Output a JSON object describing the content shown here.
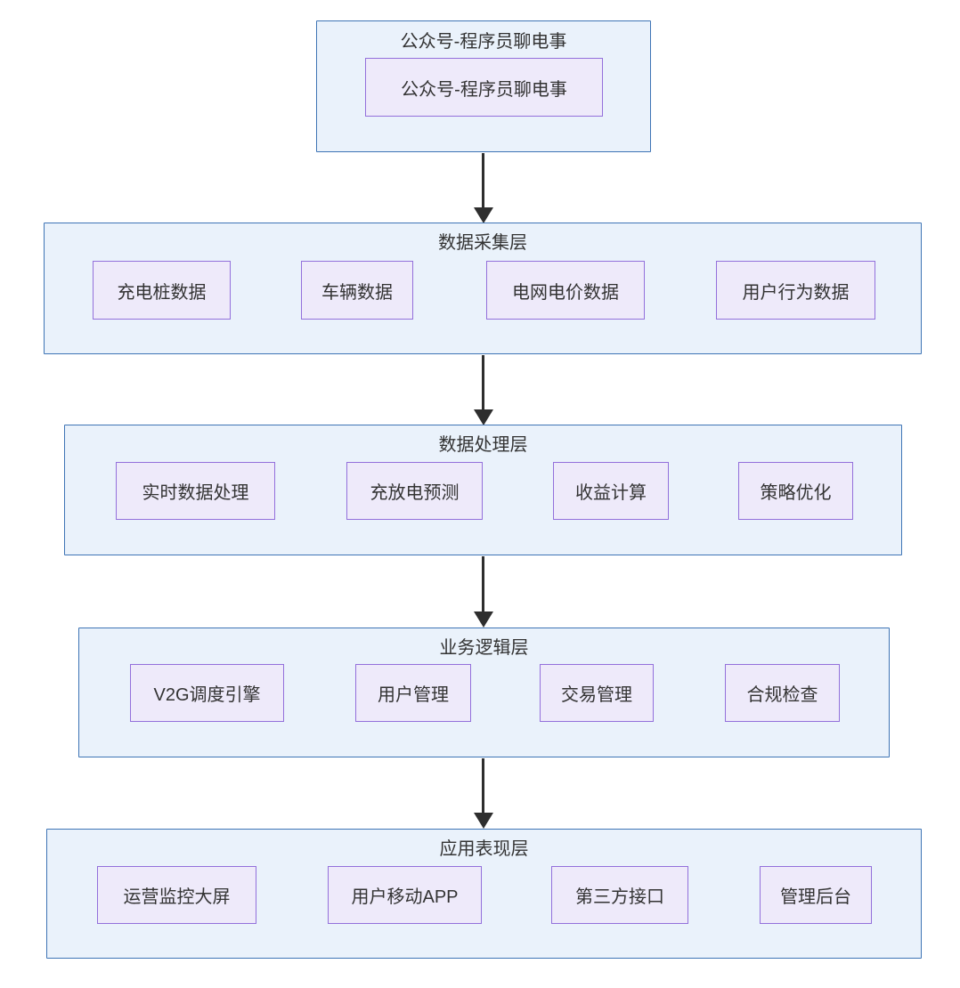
{
  "diagram": {
    "top": {
      "outer_label": "公众号-程序员聊电事",
      "node_label": "公众号-程序员聊电事"
    },
    "layers": [
      {
        "title": "数据采集层",
        "items": [
          {
            "label": "充电桩数据"
          },
          {
            "label": "车辆数据"
          },
          {
            "label": "电网电价数据"
          },
          {
            "label": "用户行为数据"
          }
        ]
      },
      {
        "title": "数据处理层",
        "items": [
          {
            "label": "实时数据处理"
          },
          {
            "label": "充放电预测"
          },
          {
            "label": "收益计算"
          },
          {
            "label": "策略优化"
          }
        ]
      },
      {
        "title": "业务逻辑层",
        "items": [
          {
            "label": "V2G调度引擎"
          },
          {
            "label": "用户管理"
          },
          {
            "label": "交易管理"
          },
          {
            "label": "合规检查"
          }
        ]
      },
      {
        "title": "应用表现层",
        "items": [
          {
            "label": "运营监控大屏"
          },
          {
            "label": "用户移动APP"
          },
          {
            "label": "第三方接口"
          },
          {
            "label": "管理后台"
          }
        ]
      }
    ],
    "colors": {
      "cluster_border": "#3e74b5",
      "cluster_fill": "#eaf2fb",
      "node_border": "#9370db",
      "node_fill": "#eeeafa",
      "text": "#333333",
      "arrow": "#2e2e2e"
    }
  }
}
